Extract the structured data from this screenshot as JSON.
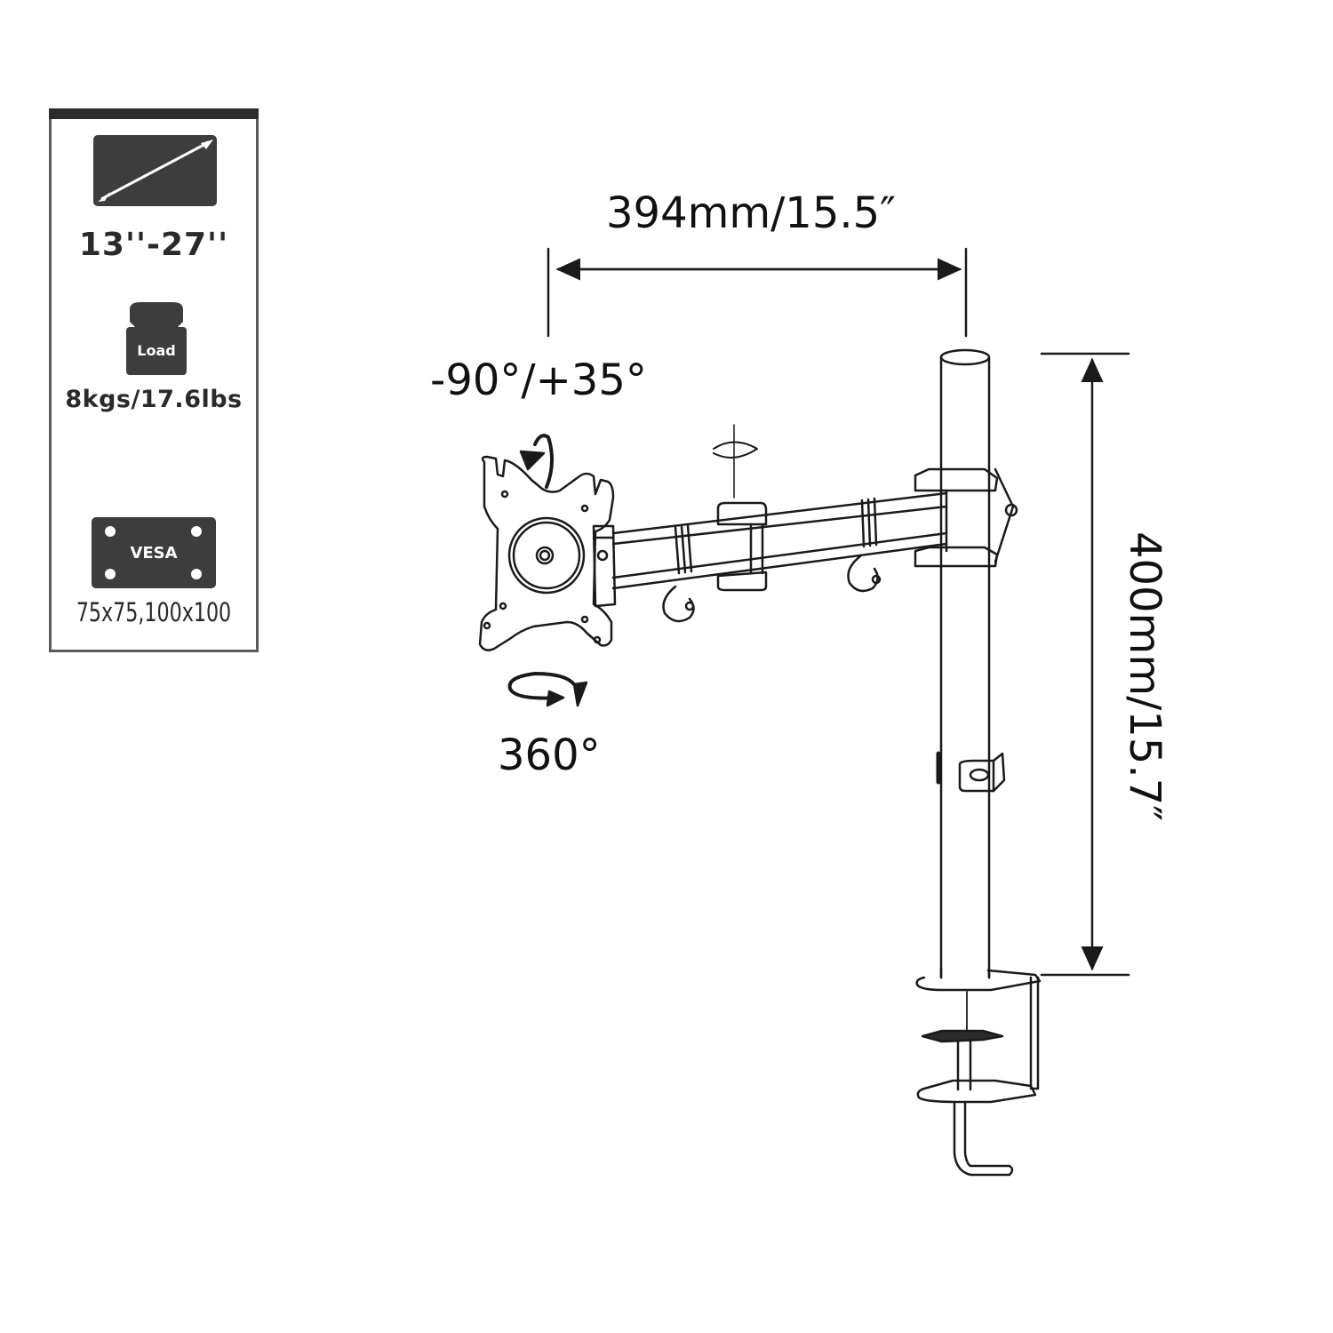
{
  "spec_panel": {
    "screen_size": {
      "icon": "monitor-diagonal-icon",
      "label": "13''-27''"
    },
    "load": {
      "icon": "weight-icon",
      "icon_text": "Load",
      "label": "8kgs/17.6lbs"
    },
    "vesa": {
      "icon": "vesa-plate-icon",
      "icon_text": "VESA",
      "label": "75x75,100x100"
    }
  },
  "diagram": {
    "arm_length": "394mm/15.5″",
    "tilt_range": "-90°/+35°",
    "rotation": "360°",
    "pole_height": "400mm/15.7″",
    "colors": {
      "line": "#1a1a1a",
      "panel_bar": "#2b2b2b",
      "icon_fill": "#3d3d3d"
    }
  }
}
